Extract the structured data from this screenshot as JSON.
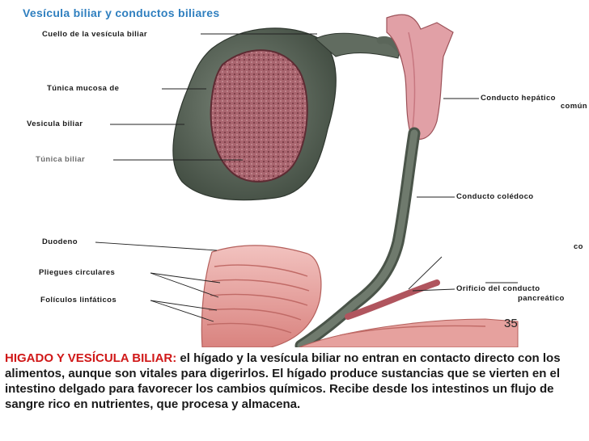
{
  "title": "Vesícula biliar y conductos biliares",
  "labels": {
    "cuello": "Cuello de la vesícula biliar",
    "tunica": "Túnica mucosa de",
    "vesicula": "Vesicula biliar",
    "faded": "Túnica biliar",
    "hepatico_1": "Conducto hepático",
    "hepatico_2": "común",
    "coledoco": "Conducto colédoco",
    "duodeno": "Duodeno",
    "co": "co",
    "pliegues": "Pliegues circulares",
    "foliculos": "Folículos linfáticos",
    "orificio_1": "Orificio del conducto",
    "orificio_2": "pancreático"
  },
  "slide_number": "35",
  "paragraph": {
    "heading": "HIGADO Y VESÍCULA BILIAR:",
    "body": " el hígado y la vesícula biliar no entran en contacto directo con los alimentos, aunque son vitales para digerirlos. El hígado produce sustancias que se vierten en el intestino delgado para favorecer los cambios químicos. Recibe desde los intestinos un flujo de sangre rico en nutrientes, que procesa y almacena."
  },
  "colors": {
    "gallbladder": "#5a6558",
    "mucosa": "#b0707a",
    "hepatic_duct": "#e1a0a6",
    "bile_duct": "#5f6a5d",
    "duodenum": "#eba8a4",
    "heading": "#d01818",
    "title": "#2f7fbf"
  }
}
